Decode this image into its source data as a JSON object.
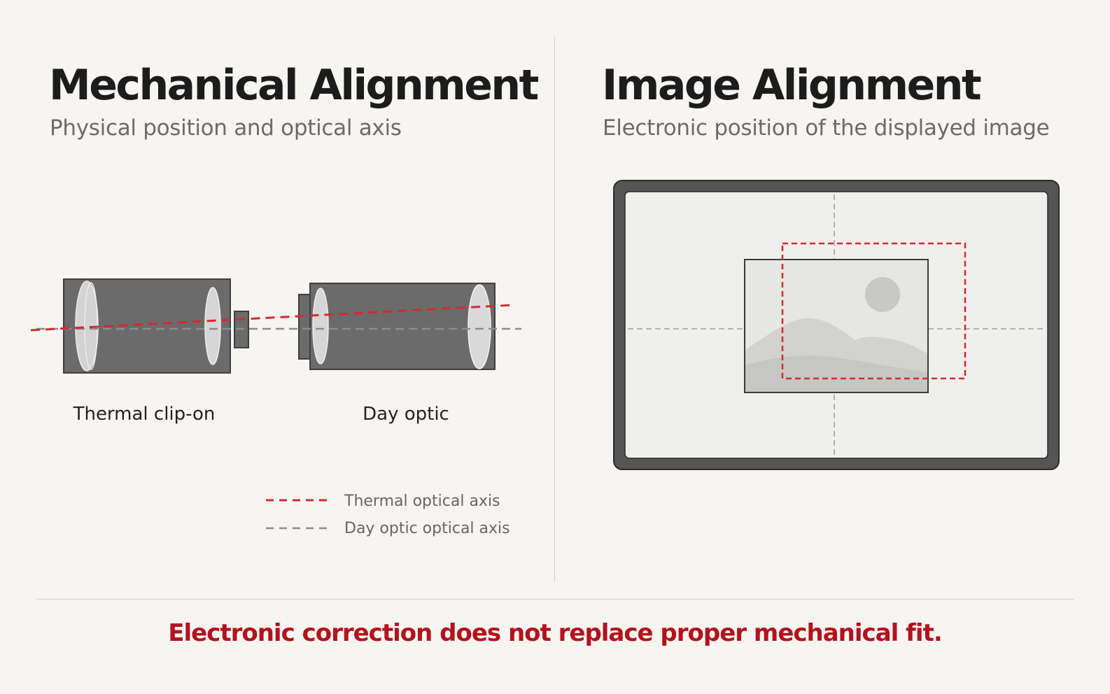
{
  "left_panel": {
    "title": "Mechanical Alignment",
    "subtitle": "Physical position and optical axis",
    "device_labels": {
      "thermal": "Thermal clip-on",
      "day": "Day optic"
    },
    "legend": [
      {
        "label": "Thermal optical axis",
        "color": "#d42a2f",
        "style": "dashed"
      },
      {
        "label": "Day optic optical axis",
        "color": "#8c8c8c",
        "style": "dashed"
      }
    ]
  },
  "right_panel": {
    "title": "Image Alignment",
    "subtitle": "Electronic position of the displayed image"
  },
  "footer": {
    "text": "Electronic correction does not replace proper mechanical fit."
  },
  "colors": {
    "accent_red": "#b4121c",
    "axis_red": "#d42a2f",
    "axis_grey": "#8c8c8c",
    "device_body": "#6b6b6b",
    "screen_frame": "#555555",
    "screen_bg": "#efefed",
    "background": "#f6f5f2"
  },
  "icons": {
    "image_placeholder": "landscape-image-icon",
    "sun": "sun-icon"
  }
}
